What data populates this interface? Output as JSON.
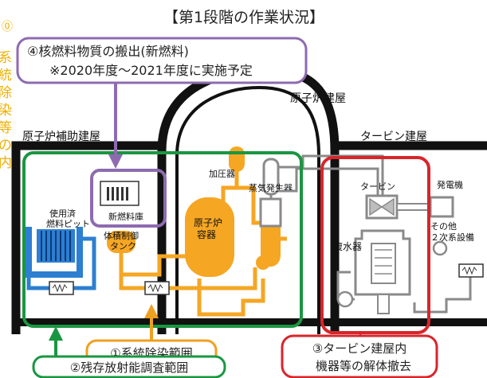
{
  "title": "【第1段階の作業状況】",
  "side_strip": [
    "⓪",
    "系",
    "統",
    "除",
    "染",
    "等",
    "の",
    "内"
  ],
  "callouts": {
    "item4": {
      "line1": "④核燃料物質の搬出(新燃料)",
      "line2": "※2020年度～2021年度に実施予定"
    },
    "item1": {
      "label": "①系統除染範囲"
    },
    "item2": {
      "label": "②残存放射能調査範囲"
    },
    "item3": {
      "line1": "③タービン建屋内",
      "line2": "機器等の解体撤去"
    }
  },
  "buildings": {
    "reactor": "原子炉建屋",
    "auxiliary": "原子炉補助建屋",
    "turbine": "タービン建屋"
  },
  "components": {
    "spent_fuel_pit": [
      "使用済",
      "燃料ピット"
    ],
    "new_fuel_storage": "新燃料庫",
    "volume_control_tank": [
      "体積制御",
      "タンク"
    ],
    "reactor_vessel": [
      "原子炉",
      "容器"
    ],
    "pressurizer": "加圧器",
    "steam_generator": "蒸気発生器",
    "turbine": "タービン",
    "condenser": "復水器",
    "generator": "発電機",
    "other_secondary": [
      "その他",
      "２次系設備"
    ]
  },
  "colors": {
    "purple": "#8e6bb0",
    "green": "#1a9641",
    "orange": "#f0a020",
    "red": "#d7262b",
    "fluid_orange": "#f5a623",
    "fluid_blue": "#2d7fd1",
    "structure": "#111111",
    "gray": "#8a8a8a",
    "side_orange": "#f0b000"
  },
  "icons": {
    "spent_fuel_pit": "hatched-pool-icon",
    "new_fuel_storage": "fuel-rack-icon",
    "heat_exchanger": "heat-exchanger-icon",
    "turbine": "turbine-icon",
    "pump": "pump-icon"
  }
}
